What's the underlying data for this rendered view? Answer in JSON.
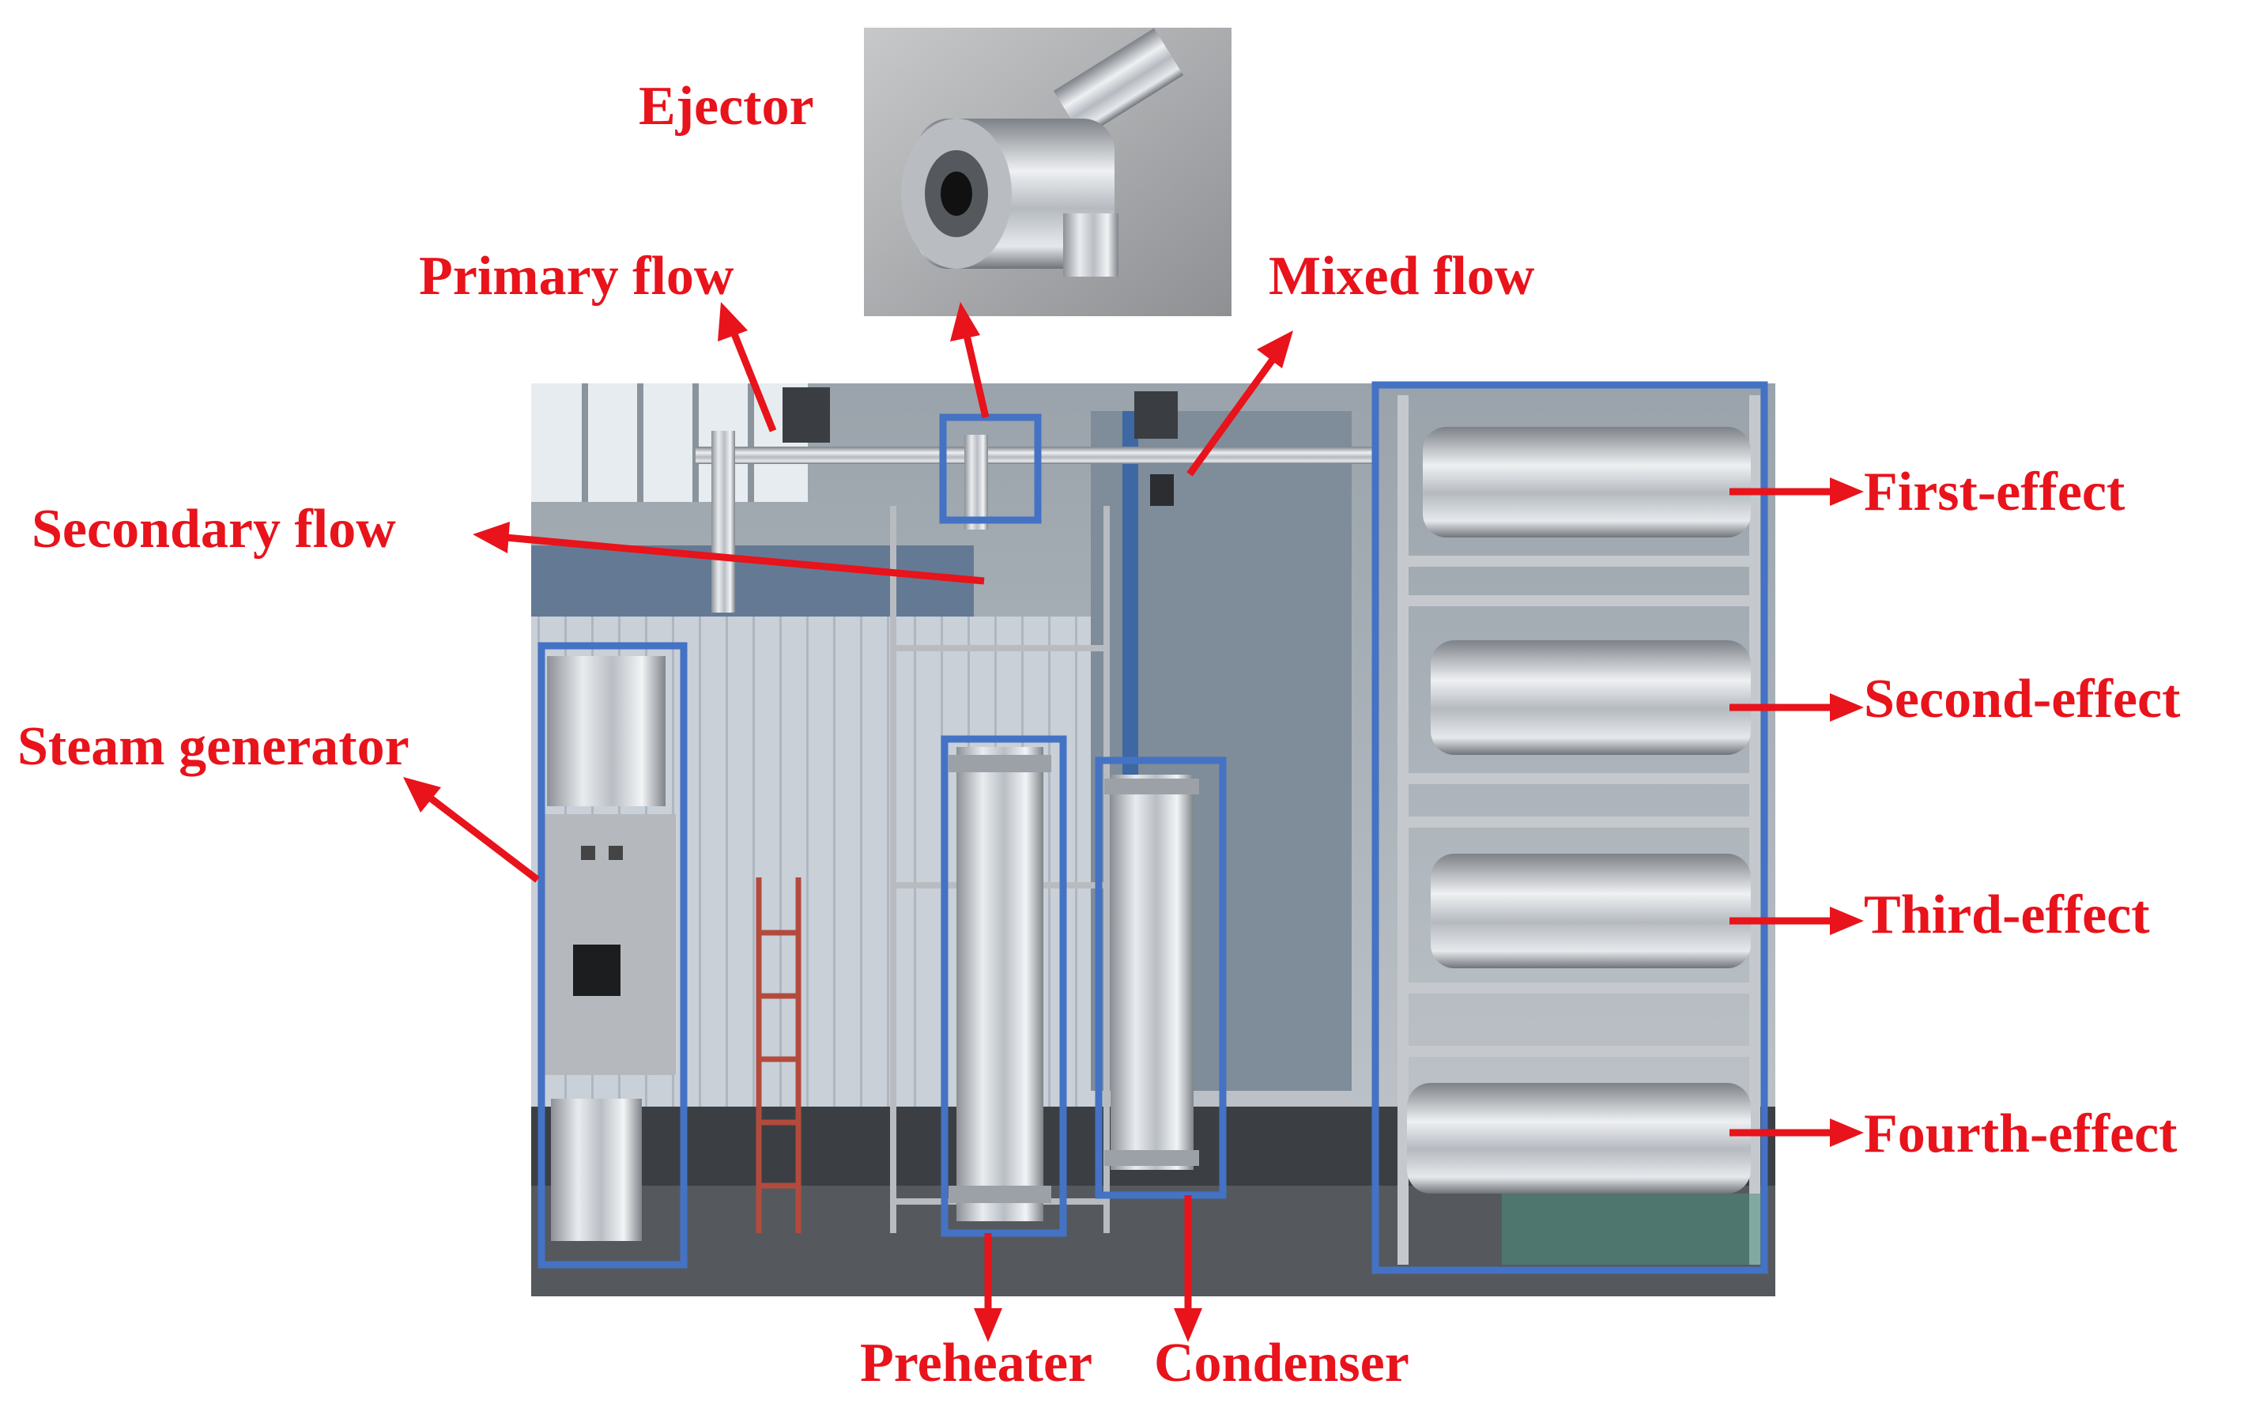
{
  "colors": {
    "label_red": "#e8131b",
    "box_blue": "#4472c4",
    "background": "#ffffff"
  },
  "labels": {
    "ejector": "Ejector",
    "primary_flow": "Primary flow",
    "mixed_flow": "Mixed flow",
    "secondary_flow": "Secondary flow",
    "steam_generator": "Steam generator",
    "first_effect": "First-effect",
    "second_effect": "Second-effect",
    "third_effect": "Third-effect",
    "fourth_effect": "Fourth-effect",
    "preheater": "Preheater",
    "condenser": "Condenser"
  },
  "images": {
    "main_photo": "photo of evaporation and desalination equipment with stainless steel effect vessels and piping",
    "ejector_photo": "photo of stainless steel ejector"
  }
}
